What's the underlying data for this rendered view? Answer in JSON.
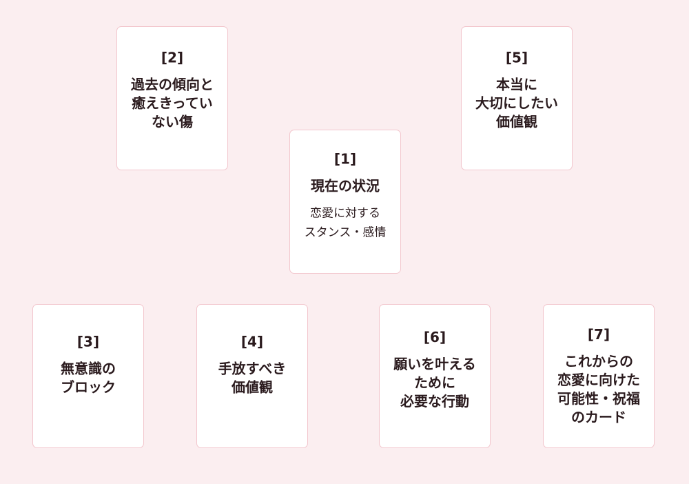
{
  "cards": [
    {
      "number": "[1]",
      "title_lines": [
        "現在の状況"
      ],
      "sub_lines": [
        "恋愛に対する",
        "スタンス・感情"
      ]
    },
    {
      "number": "[2]",
      "title_lines": [
        "過去の傾向と",
        "癒えきってい",
        "ない傷"
      ]
    },
    {
      "number": "[3]",
      "title_lines": [
        "無意識の",
        "ブロック"
      ]
    },
    {
      "number": "[4]",
      "title_lines": [
        "手放すべき",
        "価値観"
      ]
    },
    {
      "number": "[5]",
      "title_lines": [
        "本当に",
        "大切にしたい",
        "価値観"
      ]
    },
    {
      "number": "[6]",
      "title_lines": [
        "願いを叶える",
        "ために",
        "必要な行動"
      ]
    },
    {
      "number": "[7]",
      "title_lines": [
        "これからの",
        "恋愛に向けた",
        "可能性・祝福",
        "のカード"
      ]
    }
  ],
  "colors": {
    "background": "#fbeef0",
    "card": "#ffffff",
    "card_border": "#f2c6cd",
    "text": "#2a1a1d"
  }
}
